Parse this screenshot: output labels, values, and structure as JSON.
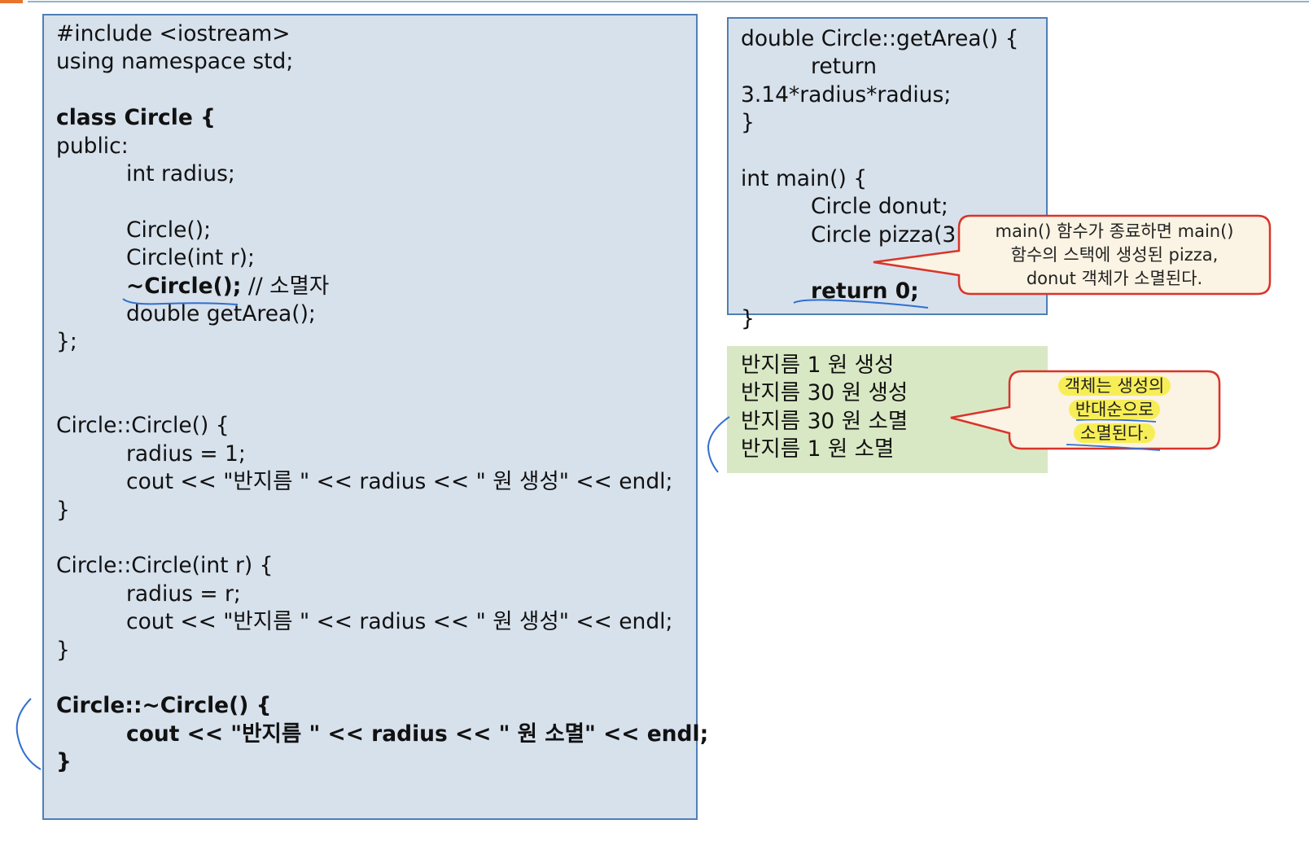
{
  "left_code": {
    "lines": [
      "#include <iostream>",
      "using namespace std;",
      "",
      "class Circle {",
      "public:",
      "int radius;",
      "",
      "Circle();",
      "Circle(int r);",
      "~Circle(); // 소멸자",
      "double getArea();",
      "};",
      "",
      "",
      "Circle::Circle() {",
      "radius = 1;",
      "cout << \"반지름 \" << radius << \" 원 생성\" << endl;",
      "}",
      "",
      "Circle::Circle(int r) {",
      "radius = r;",
      "cout << \"반지름 \" << radius << \" 원 생성\" << endl;",
      "}",
      "",
      "Circle::~Circle() {",
      "cout << \"반지름 \" << radius << \" 원 소멸\" << endl;",
      "}"
    ],
    "destructor_decl": "~Circle();",
    "destructor_comment": " // 소멸자"
  },
  "right_code": {
    "lines": [
      "double Circle::getArea() {",
      "return",
      "3.14*radius*radius;",
      "}",
      "",
      "int main() {",
      "Circle donut;",
      "Circle pizza(3",
      "",
      "return 0;",
      "}"
    ]
  },
  "output": {
    "lines": [
      "반지름 1 원 생성",
      "반지름 30 원 생성",
      "반지름 30 원 소멸",
      "반지름 1 원 소멸"
    ]
  },
  "callouts": {
    "main_exit": {
      "lines": [
        "main() 함수가 종료하면 main()",
        "함수의 스택에 생성된 pizza,",
        "donut 객체가 소멸된다."
      ]
    },
    "order": {
      "lines": [
        "객체는 생성의",
        "반대순으로",
        "소멸된다."
      ]
    }
  },
  "colors": {
    "code_bg": "#d7e1ec",
    "code_border": "#4f7fb5",
    "output_bg": "#d9e8c4",
    "callout_border": "#d9342b",
    "callout_bg": "#fbf3e3",
    "highlight": "#f7ee57",
    "pen": "#2f6fd0"
  }
}
